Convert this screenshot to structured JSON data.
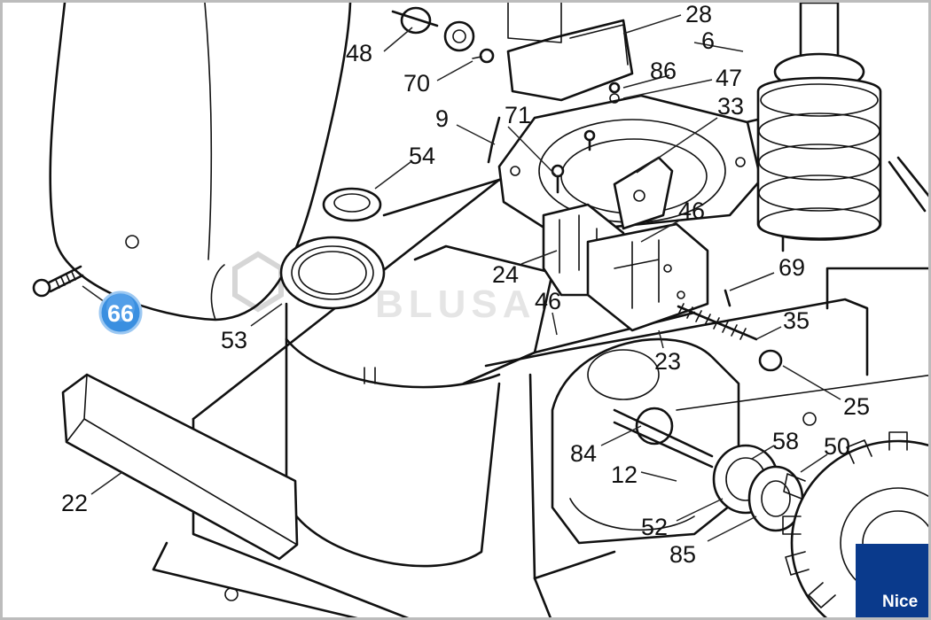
{
  "watermark": "BLUSA",
  "brand": {
    "name": "Nice",
    "color": "#0a3a8c"
  },
  "badge": {
    "label": "66",
    "color": "#3a8fe0"
  },
  "callouts": [
    "28",
    "48",
    "6",
    "70",
    "86",
    "47",
    "9",
    "71",
    "33",
    "54",
    "46",
    "24",
    "69",
    "46",
    "53",
    "35",
    "23",
    "25",
    "84",
    "58",
    "50",
    "12",
    "22",
    "52",
    "85"
  ]
}
